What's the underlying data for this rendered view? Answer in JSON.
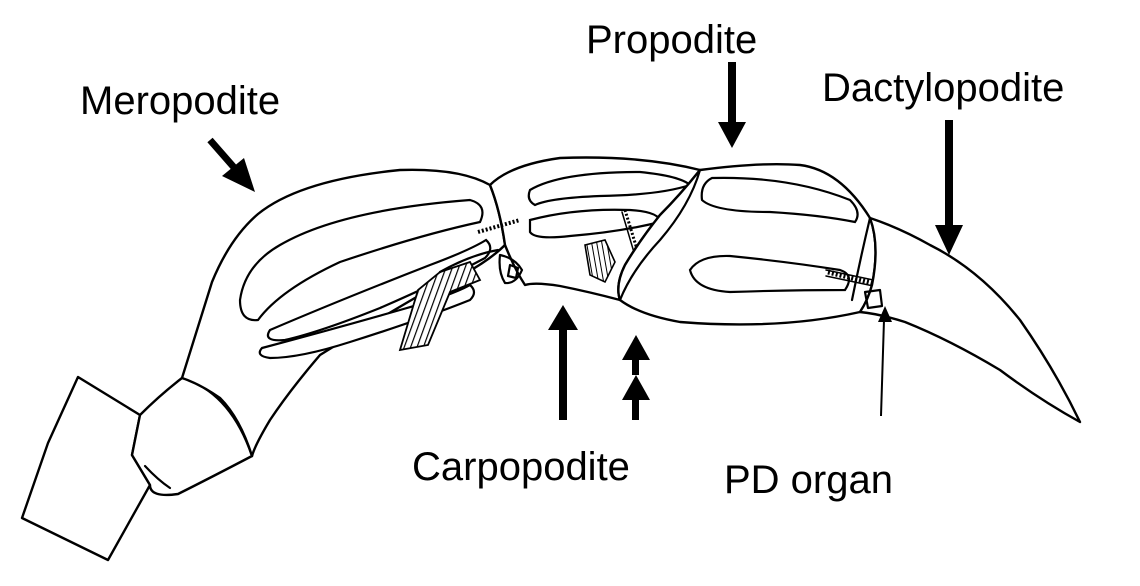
{
  "labels": {
    "meropodite": "Meropodite",
    "propodite": "Propodite",
    "dactylopodite": "Dactylopodite",
    "carpopodite": "Carpopodite",
    "pd_organ": "PD organ"
  },
  "colors": {
    "ink": "#000000",
    "background": "#ffffff"
  }
}
